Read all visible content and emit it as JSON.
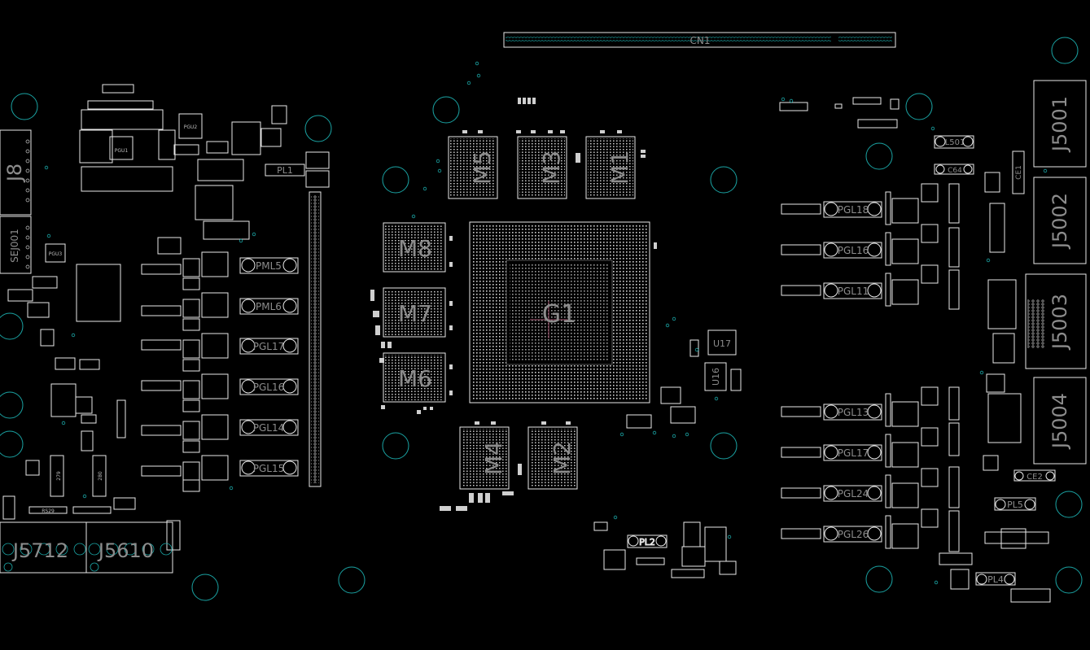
{
  "board": {
    "connector_top": "CN1",
    "gpu": "G1",
    "memory": [
      "M5",
      "M3",
      "M1",
      "M8",
      "M7",
      "M6",
      "M4",
      "M2"
    ],
    "left_connectors": [
      "J8",
      "SEJ001"
    ],
    "bottom_left": [
      "J5712",
      "J5610"
    ],
    "right_connectors": [
      "J5001",
      "J5002",
      "J5003",
      "J5004"
    ],
    "left_phase_labels": [
      "PML5",
      "PML6",
      "PGL17",
      "PGL16",
      "PGL14",
      "PGL15"
    ],
    "right_phase_labels": [
      "PGL18",
      "PGL16",
      "PGL11",
      "PGL13",
      "PGL17",
      "PGL24",
      "PGL26"
    ],
    "misc_labels": {
      "pl1": "PL1",
      "pl2": "PL2",
      "pl4": "PL4",
      "pl5": "PL5",
      "l501": "L501",
      "c64": "C64",
      "ce2": "CE2",
      "ce1": "CE1",
      "u17": "U17",
      "u16": "U16",
      "pgu1": "PGU1",
      "pgu3": "PGU3",
      "rs29": "RS29",
      "r279": "279",
      "r280": "280"
    },
    "colors": {
      "background": "#000000",
      "outline": "#e8e8e8",
      "holes": "#1aa3a3",
      "label": "#8c8c8c"
    }
  }
}
